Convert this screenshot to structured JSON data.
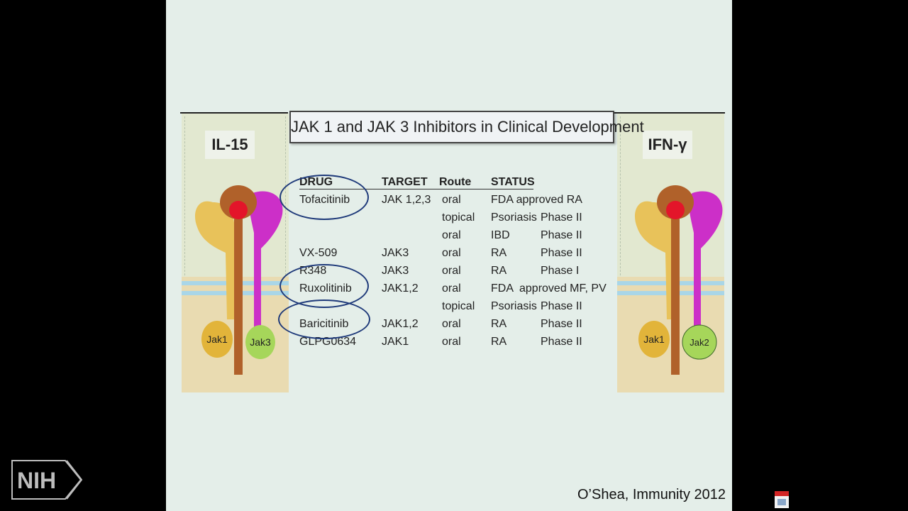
{
  "slide": {
    "title": "JAK 1 and JAK 3 Inhibitors in Clinical Development",
    "left_panel": {
      "label": "IL-15",
      "kinases": [
        "Jak1",
        "Jak3"
      ]
    },
    "right_panel": {
      "label": "IFN-γ",
      "kinases": [
        "Jak1",
        "Jak2"
      ]
    },
    "table": {
      "headers": [
        "DRUG",
        "TARGET",
        "Route",
        "STATUS"
      ],
      "rows": [
        {
          "drug": "Tofacitinib",
          "target": "JAK 1,2,3",
          "route": "oral",
          "status": "FDA approved RA",
          "phase": ""
        },
        {
          "drug": "",
          "target": "",
          "route": "topical",
          "status": "Psoriasis",
          "phase": "Phase II"
        },
        {
          "drug": "",
          "target": "",
          "route": "oral",
          "status": "IBD",
          "phase": "Phase II"
        },
        {
          "drug": "VX-509",
          "target": "JAK3",
          "route": "oral",
          "status": "RA",
          "phase": "Phase II"
        },
        {
          "drug": "R348",
          "target": "JAK3",
          "route": "oral",
          "status": "RA",
          "phase": "Phase I"
        },
        {
          "drug": "Ruxolitinib",
          "target": "JAK1,2",
          "route": "oral",
          "status": "FDA  approved MF, PV",
          "phase": ""
        },
        {
          "drug": "",
          "target": "",
          "route": "topical",
          "status": "Psoriasis",
          "phase": "Phase II"
        },
        {
          "drug": "Baricitinib",
          "target": "JAK1,2",
          "route": "oral",
          "status": "RA",
          "phase": "Phase II"
        },
        {
          "drug": "GLPG0634",
          "target": "JAK1",
          "route": "oral",
          "status": "RA",
          "phase": "Phase II"
        }
      ]
    },
    "citation": "O’Shea, Immunity 2012"
  },
  "branding": {
    "logo_text": "NIH"
  },
  "colors": {
    "slide_bg": "#e4eee9",
    "oval_stroke": "#1f3a7a",
    "receptor_yellow": "#e8c25a",
    "receptor_magenta": "#cc2fc8",
    "receptor_brown": "#b0612a",
    "jak_yellow": "#e2b43a",
    "jak_green": "#a6d65a"
  }
}
